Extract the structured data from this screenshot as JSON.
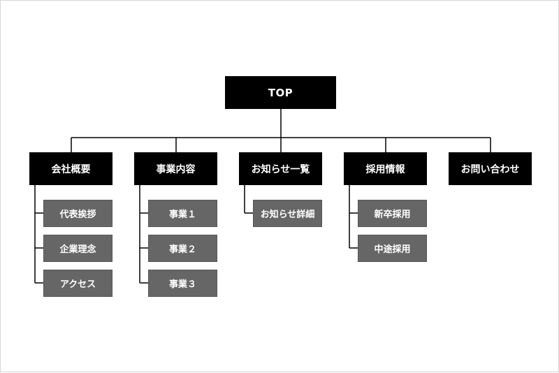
{
  "top": {
    "label": "TOP"
  },
  "sections": [
    {
      "label": "会社概要",
      "children": [
        "代表挨拶",
        "企業理念",
        "アクセス"
      ]
    },
    {
      "label": "事業内容",
      "children": [
        "事業１",
        "事業２",
        "事業３"
      ]
    },
    {
      "label": "お知らせ一覧",
      "children": [
        "お知らせ詳細"
      ]
    },
    {
      "label": "採用情報",
      "children": [
        "新卒採用",
        "中途採用"
      ]
    },
    {
      "label": "お問い合わせ",
      "children": []
    }
  ],
  "colors": {
    "node_fill": "#000000",
    "child_fill": "#666666",
    "node_text": "#ffffff",
    "line": "#000000"
  }
}
